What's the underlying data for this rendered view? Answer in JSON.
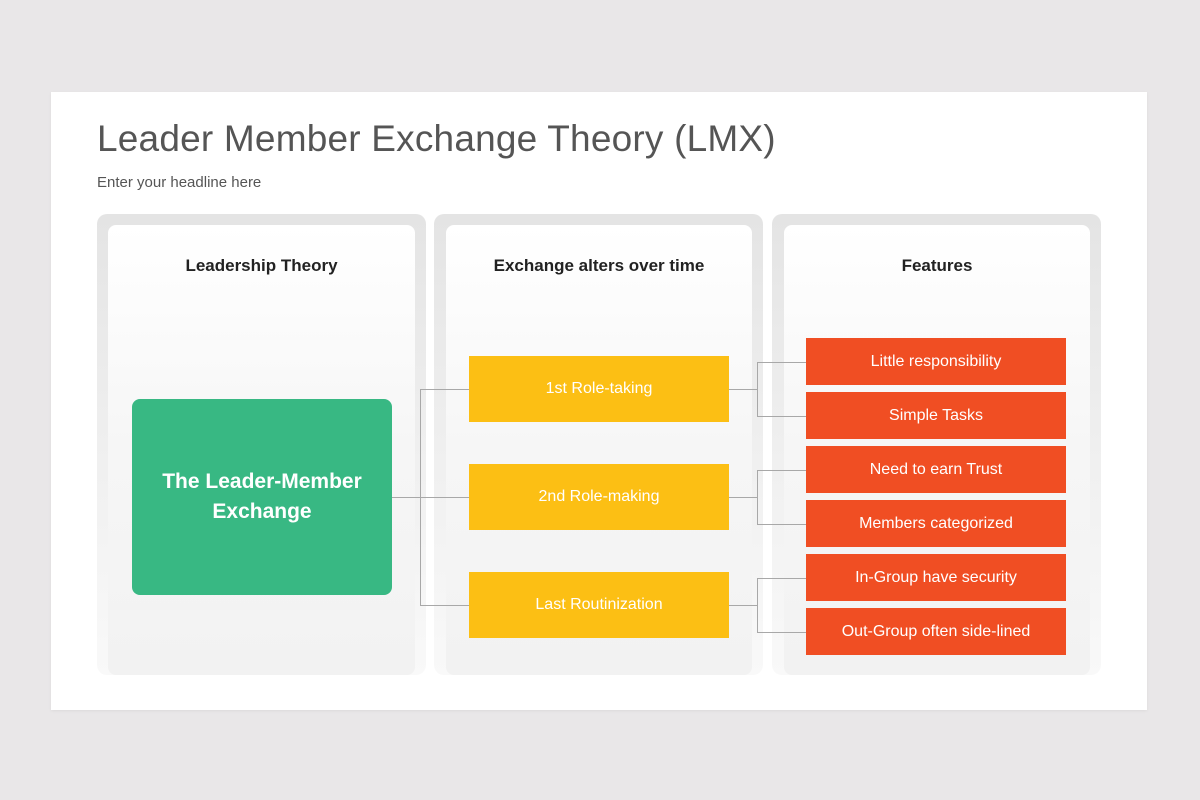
{
  "title": "Leader Member Exchange Theory (LMX)",
  "subtitle": "Enter your headline here",
  "columns": [
    {
      "heading": "Leadership Theory"
    },
    {
      "heading": "Exchange alters over time"
    },
    {
      "heading": "Features"
    }
  ],
  "main_box": {
    "label": "The Leader-Member Exchange"
  },
  "stages": [
    {
      "label": "1st Role-taking"
    },
    {
      "label": "2nd Role-making"
    },
    {
      "label": "Last Routinization"
    }
  ],
  "features": [
    {
      "label": "Little responsibility"
    },
    {
      "label": "Simple Tasks"
    },
    {
      "label": "Need to earn Trust"
    },
    {
      "label": "Members categorized"
    },
    {
      "label": "In-Group have security"
    },
    {
      "label": "Out-Group often side-lined"
    }
  ],
  "colors": {
    "main": "#38b883",
    "stage": "#fcbf14",
    "feature": "#f04e23",
    "connector": "#a8a8a8"
  }
}
